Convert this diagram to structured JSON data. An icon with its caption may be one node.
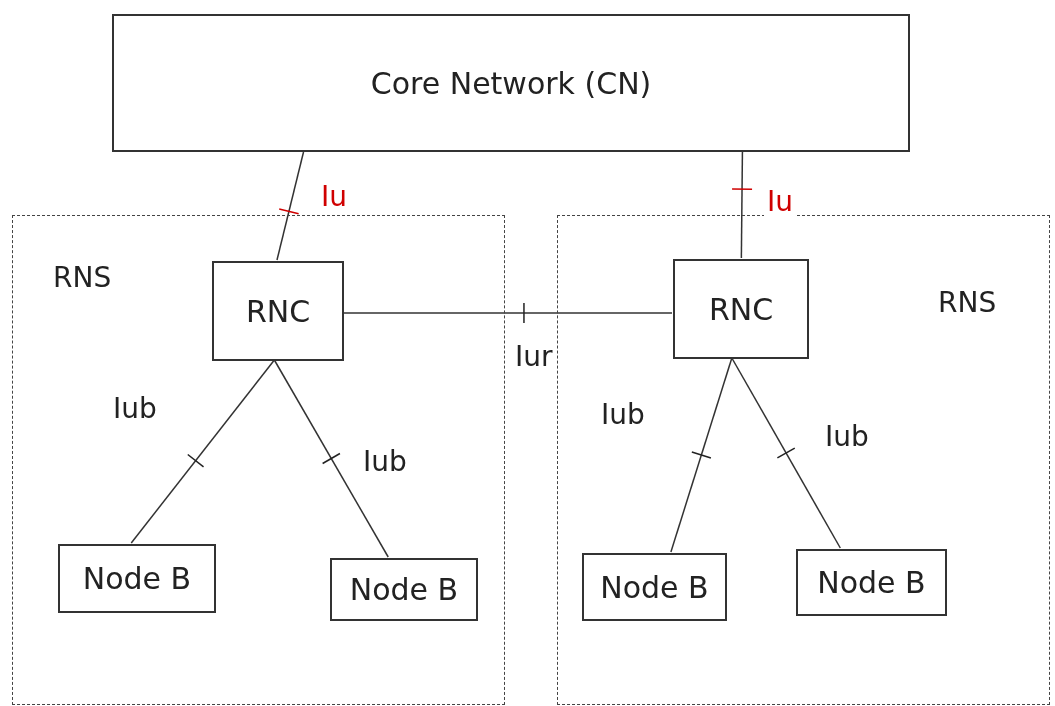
{
  "diagram": {
    "nodes": [
      {
        "text": [
          "Core Network (CN)"
        ]
      },
      {
        "text": [
          "RNS"
        ]
      },
      {
        "text": [
          "RNS"
        ]
      },
      {
        "text": [
          "RNC"
        ],
        "in": 1
      },
      {
        "text": [
          "RNC"
        ],
        "in": 2
      },
      {
        "text": [
          "Node B"
        ],
        "in": 1
      },
      {
        "text": [
          "Node B"
        ],
        "in": 1
      },
      {
        "text": [
          "Node B"
        ],
        "in": 2
      },
      {
        "text": [
          "Node B"
        ],
        "in": 2
      }
    ],
    "edges": [
      {
        "from": 0,
        "to": 3,
        "arrow": "none",
        "label": "Iu"
      },
      {
        "from": 0,
        "to": 4,
        "arrow": "none",
        "label": "Iu"
      },
      {
        "from": 3,
        "to": 4,
        "arrow": "none",
        "label": "Iur"
      },
      {
        "from": 3,
        "to": 5,
        "arrow": "none",
        "label": "Iub"
      },
      {
        "from": 3,
        "to": 6,
        "arrow": "none",
        "label": "Iub"
      },
      {
        "from": 4,
        "to": 7,
        "arrow": "none",
        "label": "Iub"
      },
      {
        "from": 4,
        "to": 8,
        "arrow": "none",
        "label": "Iub"
      }
    ]
  }
}
